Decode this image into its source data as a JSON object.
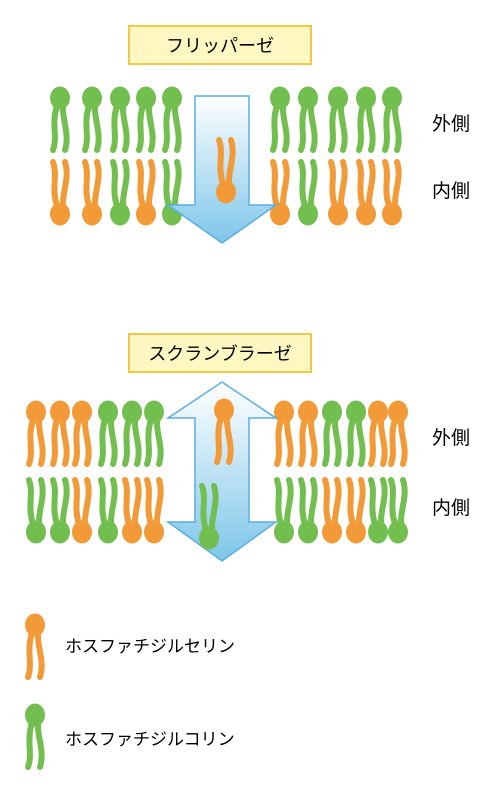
{
  "colors": {
    "serine": "#f29a37",
    "choline": "#72bf4f",
    "arrow_fill_top": "#ffffff",
    "arrow_fill_bottom": "#7ec6ea",
    "arrow_stroke": "#5aaee0",
    "title_box_fill": "#fff7c2",
    "title_box_stroke": "#f0c84a"
  },
  "panels": [
    {
      "title": "フリッパーゼ",
      "outer_label": "外側",
      "inner_label": "内側",
      "left_top": [
        "choline",
        "choline",
        "choline",
        "choline",
        "choline"
      ],
      "left_bottom": [
        "serine",
        "serine",
        "choline",
        "serine",
        "choline"
      ],
      "right_top": [
        "choline",
        "choline",
        "choline",
        "choline",
        "choline"
      ],
      "right_bottom": [
        "serine",
        "choline",
        "serine",
        "serine",
        "serine"
      ],
      "arrow": "down",
      "moving": [
        {
          "lipid": "serine",
          "direction": "down"
        }
      ]
    },
    {
      "title": "スクランブラーゼ",
      "outer_label": "外側",
      "inner_label": "内側",
      "left_top": [
        "serine",
        "serine",
        "serine",
        "choline",
        "choline",
        "choline"
      ],
      "left_bottom": [
        "choline",
        "choline",
        "serine",
        "choline",
        "serine",
        "serine"
      ],
      "right_top": [
        "serine",
        "serine",
        "choline",
        "choline",
        "serine",
        "serine"
      ],
      "right_bottom": [
        "choline",
        "choline",
        "serine",
        "serine",
        "choline",
        "choline"
      ],
      "arrow": "both",
      "moving": [
        {
          "lipid": "serine",
          "direction": "up"
        },
        {
          "lipid": "choline",
          "direction": "down"
        }
      ]
    }
  ],
  "legend": [
    {
      "lipid": "serine",
      "label": "ホスファチジルセリン"
    },
    {
      "lipid": "choline",
      "label": "ホスファチジルコリン"
    }
  ]
}
